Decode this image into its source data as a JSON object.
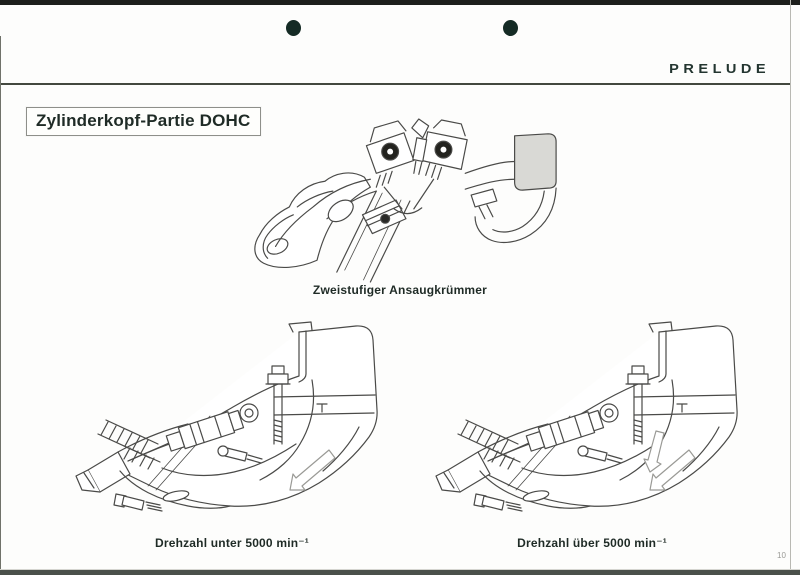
{
  "header": {
    "logo": "PRELUDE"
  },
  "title": "Zylinderkopf-Partie DOHC",
  "figures": {
    "engine": {
      "caption": "Zweistufiger Ansaugkrümmer"
    },
    "low_rpm": {
      "caption": "Drehzahl unter 5000 min⁻¹"
    },
    "high_rpm": {
      "caption": "Drehzahl über 5000 min⁻¹"
    }
  },
  "footer": {
    "page_number": "10"
  },
  "colors": {
    "top_bar": "#1d1f1c",
    "punch_dot": "#152b25",
    "rule": "#43483f",
    "bottom_bar": "#4a504a",
    "ink": "#1f2b26",
    "line_art": "#4a4a48"
  }
}
